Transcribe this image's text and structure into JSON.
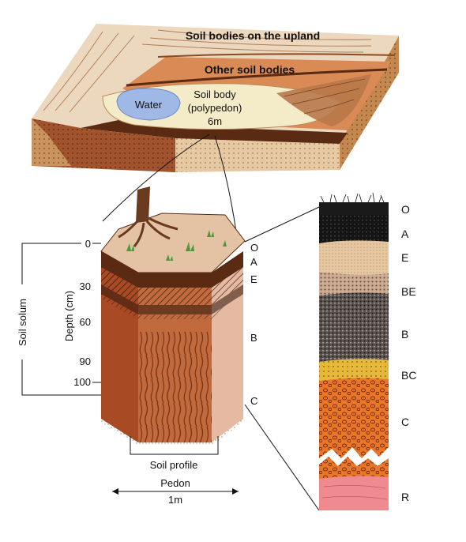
{
  "landscape": {
    "upland_label": "Soil bodies on the upland",
    "other_label": "Other soil bodies",
    "water_label": "Water",
    "soil_body_line1": "Soil body",
    "soil_body_line2": "(polypedon)",
    "soil_body_size": "6m"
  },
  "pedon": {
    "depth_axis_label": "Depth (cm)",
    "depth_ticks": [
      "0",
      "30",
      "60",
      "90",
      "100"
    ],
    "solum_label": "Soil solum",
    "profile_label": "Soil profile",
    "pedon_label": "Pedon",
    "width_label": "1m",
    "horizon_labels": [
      "O",
      "A",
      "E",
      "B",
      "C"
    ]
  },
  "profile_column": {
    "horizon_labels": [
      "O",
      "A",
      "E",
      "BE",
      "B",
      "BC",
      "C",
      "R"
    ]
  },
  "colors": {
    "dark_brown": "#5a2a12",
    "red_brown": "#a84a24",
    "tan": "#e7c7a0",
    "orange": "#e8772a",
    "yellow": "#e6b83a",
    "pink": "#ee8a90",
    "water": "#9fb8e6"
  }
}
